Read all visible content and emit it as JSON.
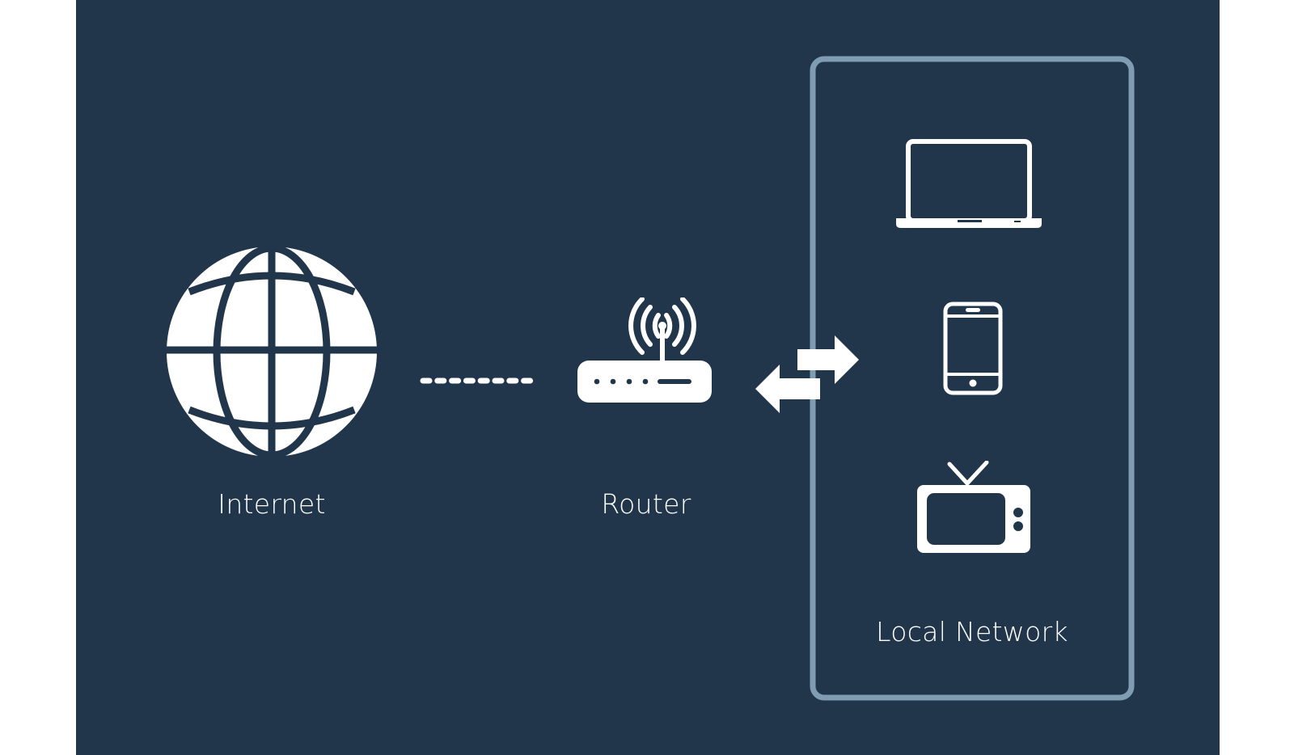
{
  "diagram": {
    "background_color": "#22364b",
    "foreground_color": "#ffffff",
    "group_border_color": "#7f9cb3",
    "nodes": {
      "internet": {
        "label": "Internet",
        "icon": "globe-icon"
      },
      "router": {
        "label": "Router",
        "icon": "wifi-router-icon"
      },
      "local_network": {
        "label": "Local Network",
        "devices": [
          "laptop-icon",
          "smartphone-icon",
          "television-icon"
        ]
      }
    },
    "connections": [
      {
        "from": "internet",
        "to": "router",
        "style": "dotted"
      },
      {
        "from": "router",
        "to": "local_network",
        "style": "bidirectional-arrows"
      }
    ]
  }
}
